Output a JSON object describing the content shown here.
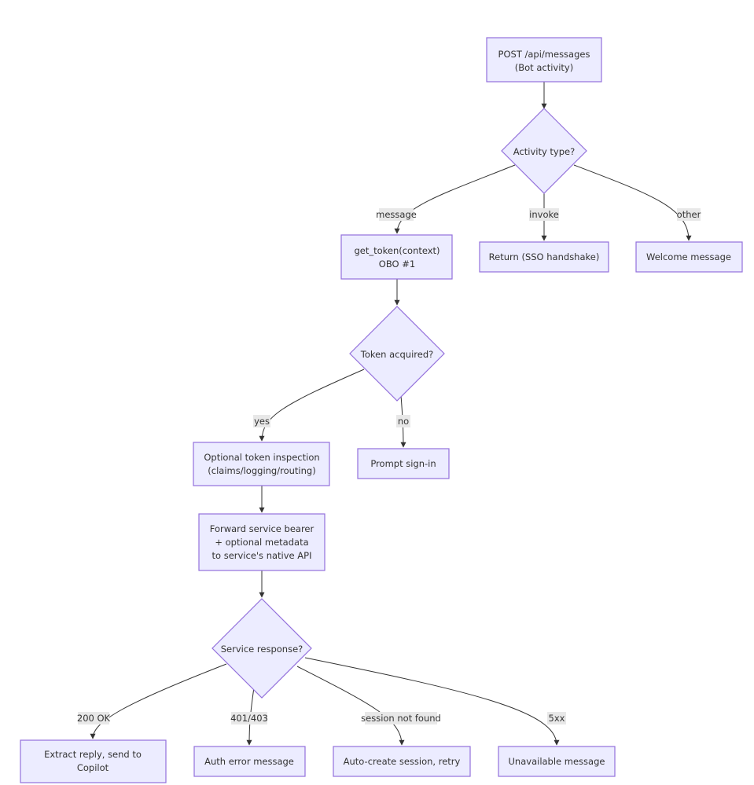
{
  "nodes": {
    "post": {
      "lines": [
        "POST /api/messages",
        "(Bot activity)"
      ]
    },
    "activity": {
      "lines": [
        "Activity type?"
      ]
    },
    "get_token": {
      "lines": [
        "get_token(context)",
        "OBO #1"
      ]
    },
    "ret": {
      "lines": [
        "Return (SSO handshake)"
      ]
    },
    "welcome": {
      "lines": [
        "Welcome message"
      ]
    },
    "acquired": {
      "lines": [
        "Token acquired?"
      ]
    },
    "inspect": {
      "lines": [
        "Optional token inspection",
        "(claims/logging/routing)"
      ]
    },
    "signin": {
      "lines": [
        "Prompt sign-in"
      ]
    },
    "forward": {
      "lines": [
        "Forward service bearer",
        "+ optional metadata",
        "to service's native API"
      ]
    },
    "response": {
      "lines": [
        "Service response?"
      ]
    },
    "extract": {
      "lines": [
        "Extract reply, send to",
        "Copilot"
      ]
    },
    "autherr": {
      "lines": [
        "Auth error message"
      ]
    },
    "autocreate": {
      "lines": [
        "Auto-create session, retry"
      ]
    },
    "unavail": {
      "lines": [
        "Unavailable message"
      ]
    }
  },
  "edge_labels": {
    "message": "message",
    "invoke": "invoke",
    "other": "other",
    "yes": "yes",
    "no": "no",
    "ok200": "200 OK",
    "e401": "401/403",
    "session": "session not found",
    "e5xx": "5xx"
  },
  "colors": {
    "node_fill": "#ececff",
    "node_stroke": "#9370db",
    "edge": "#333333",
    "label_bg": "#e8e8e8"
  }
}
